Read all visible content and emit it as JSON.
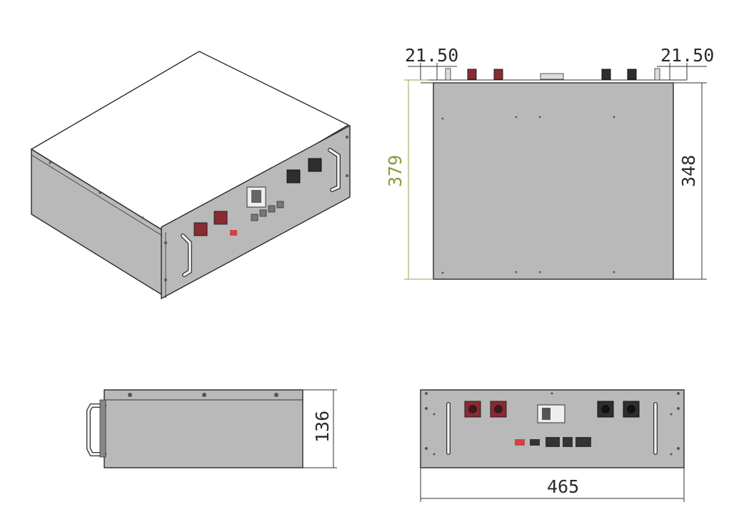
{
  "dimensions": {
    "left_offset": "21.50",
    "right_offset": "21.50",
    "total_height": "379",
    "body_height": "348",
    "side_height": "136",
    "front_width": "465"
  },
  "colors": {
    "panel": "#b9b9b9",
    "positive_terminal": "#8a2a33",
    "negative_terminal": "#2e2e2e",
    "dimension_green": "#8a9a3a"
  }
}
